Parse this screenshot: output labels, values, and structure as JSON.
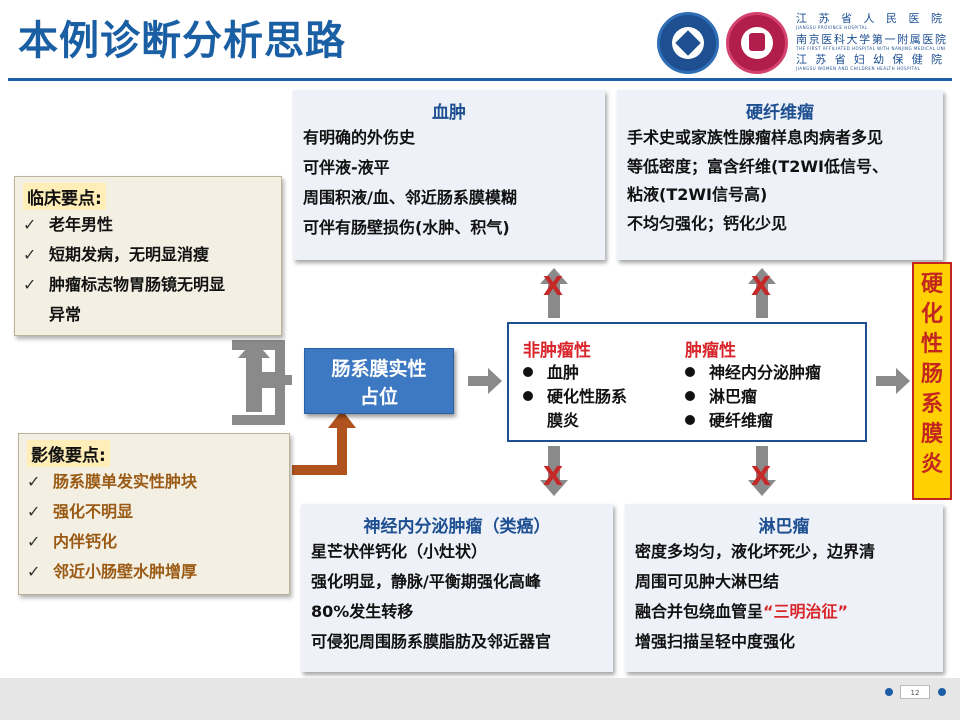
{
  "header": {
    "title": "本例诊断分析思路",
    "hospital_cn1": "江苏省人民医院",
    "hospital_en1": "JIANGSU PROVINCE HOSPITAL",
    "hospital_cn2": "南京医科大学第一附属医院",
    "hospital_en2": "THE FIRST AFFILIATED HOSPITAL WITH NANJING MEDICAL UNIVERSITY",
    "hospital_cn3": "江苏省妇幼保健院",
    "hospital_en3": "JIANGSU WOMEN AND CHILDREN HEALTH HOSPITAL"
  },
  "clinical": {
    "title": "临床要点:",
    "items": [
      "老年男性",
      "短期发病，无明显消瘦",
      "肿瘤标志物胃肠镜无明显",
      "异常"
    ]
  },
  "imaging": {
    "title": "影像要点:",
    "items": [
      "肠系膜单发实性肿块",
      "强化不明显",
      "内伴钙化",
      "邻近小肠壁水肿增厚"
    ]
  },
  "center": {
    "line1": "肠系膜实性",
    "line2": "占位"
  },
  "differential": {
    "non_tumor_title": "非肿瘤性",
    "non_tumor": [
      "血肿",
      "硬化性肠系",
      "膜炎"
    ],
    "tumor_title": "肿瘤性",
    "tumor": [
      "神经内分泌肿瘤",
      "淋巴瘤",
      "硬纤维瘤"
    ]
  },
  "hematoma": {
    "title": "血肿",
    "lines": [
      "有明确的外伤史",
      "可伴液-液平",
      "周围积液/血、邻近肠系膜模糊",
      "可伴有肠壁损伤(水肿、积气)"
    ]
  },
  "desmoid": {
    "title": "硬纤维瘤",
    "lines": [
      "手术史或家族性腺瘤样息肉病者多见",
      "等低密度；富含纤维(T2WI低信号、",
      "粘液(T2WI信号高)",
      "不均匀强化；钙化少见"
    ]
  },
  "net": {
    "title": "神经内分泌肿瘤（类癌）",
    "lines": [
      "星芒状伴钙化（小灶状）",
      "强化明显，静脉/平衡期强化高峰",
      "80%发生转移",
      "可侵犯周围肠系膜脂肪及邻近器官"
    ]
  },
  "lymphoma": {
    "title": "淋巴瘤",
    "lines": [
      "密度多均匀，液化坏死少，边界清",
      "周围可见肿大淋巴结"
    ],
    "line3_prefix": "融合并包绕血管呈",
    "line3_highlight": "“三明治征”",
    "line4": "增强扫描呈轻中度强化"
  },
  "exclude_mark": "X",
  "conclusion": [
    "硬",
    "化",
    "性",
    "肠",
    "系",
    "膜",
    "炎"
  ],
  "footer": {
    "page": "12"
  },
  "colors": {
    "accent_blue": "#1d5ea6",
    "red": "#d8262c",
    "gold": "#ffd100",
    "brown_arrow": "#b0531e"
  }
}
